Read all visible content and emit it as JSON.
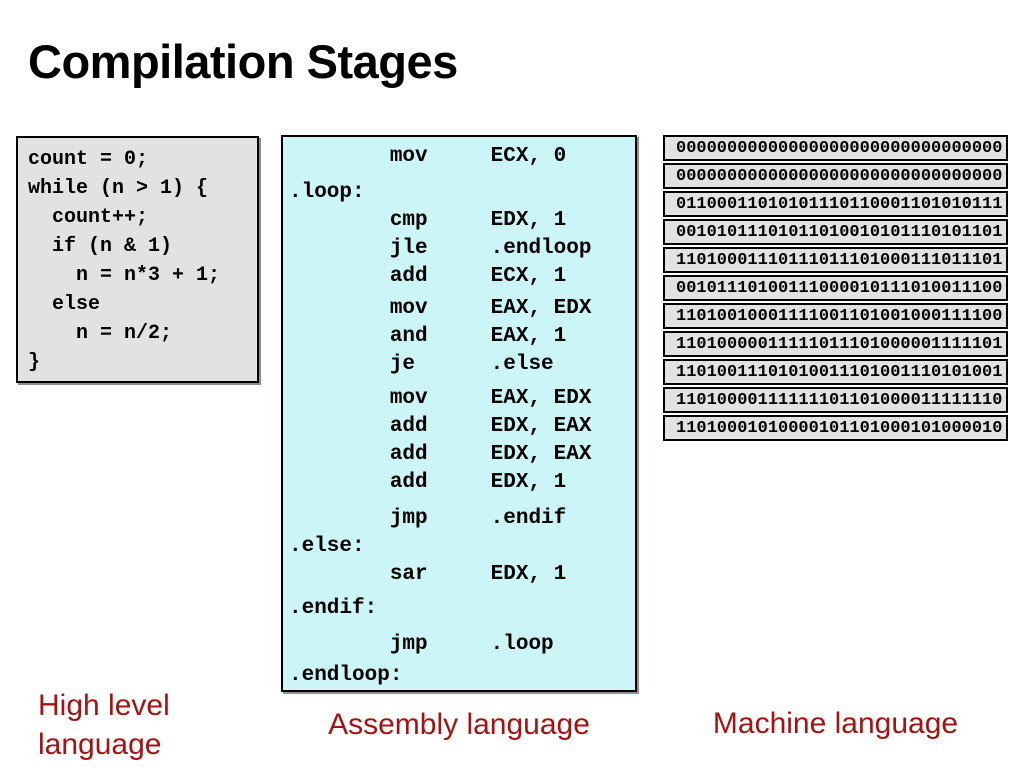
{
  "title": "Compilation Stages",
  "high_level": {
    "lines": [
      "count = 0;",
      "while (n > 1) {",
      "  count++;",
      "  if (n & 1)",
      "    n = n*3 + 1;",
      "  else",
      "    n = n/2;",
      "}"
    ]
  },
  "assembly": {
    "lines": [
      "        mov     ECX, 0",
      ".loop:",
      "        cmp     EDX, 1",
      "        jle     .endloop",
      "        add     ECX, 1",
      "        mov     EAX, EDX",
      "        and     EAX, 1",
      "        je      .else",
      "        mov     EAX, EDX",
      "        add     EDX, EAX",
      "        add     EDX, EAX",
      "        add     EDX, 1",
      "        jmp     .endif",
      ".else:",
      "        sar     EDX, 1",
      ".endif:",
      "        jmp     .loop",
      ".endloop:"
    ]
  },
  "machine": {
    "rows": [
      "00000000000000000000000000000000",
      "00000000000000000000000000000000",
      "01100011010101110110001101010111",
      "00101011101011010010101110101101",
      "11010001110111011101000111011101",
      "00101110100111000010111010011100",
      "11010010001111001101001000111100",
      "11010000011111011101000001111101",
      "11010011101010011101001110101001",
      "11010000111111101101000011111110",
      "11010001010000101101000101000010"
    ]
  },
  "captions": {
    "high_level": "High level language",
    "assembly": "Assembly language",
    "machine": "Machine language"
  },
  "colors": {
    "caption_red": "#a51212",
    "assembly_bg": "#ccf5f7",
    "code_box_bg": "#e2e2e2",
    "border": "#000000"
  }
}
